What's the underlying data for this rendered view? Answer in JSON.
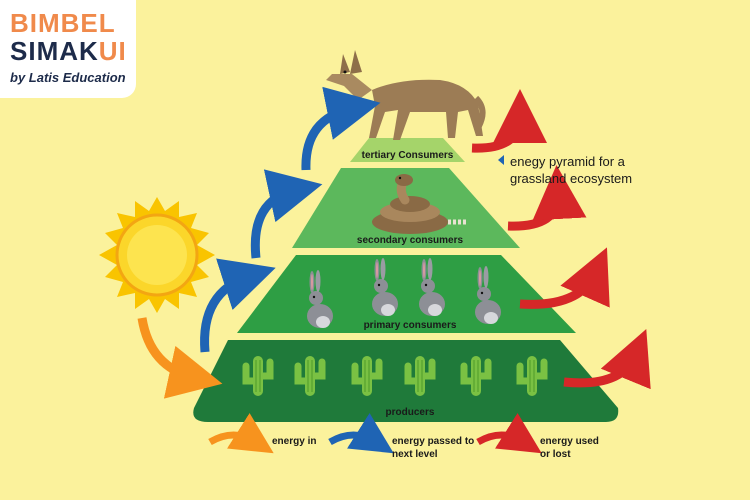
{
  "logo": {
    "line1": "BIMBEL",
    "line2_a": "SIMAK",
    "line2_b": "UI",
    "line3": "by Latis Education"
  },
  "caption": {
    "line1": "enegy pyramid for a",
    "line2": "grassland ecosystem"
  },
  "levels": {
    "tertiary": "tertiary Consumers",
    "secondary": "secondary consumers",
    "primary": "primary consumers",
    "producers": "producers"
  },
  "legend": {
    "in": "energy in",
    "passed_line1": "energy passed to",
    "passed_line2": "next level",
    "lost_line1": "energy used",
    "lost_line2": "or lost"
  },
  "colors": {
    "background": "#fbf29c",
    "tier_top": "#a5d46a",
    "tier_secondary": "#5cb85c",
    "tier_primary": "#2e9e44",
    "tier_producers": "#1f7a3a",
    "arrow_in": "#f7931e",
    "arrow_passed": "#1f64b4",
    "arrow_lost": "#d62728"
  },
  "icons": [
    "sun-icon",
    "wolf-icon",
    "snake-icon",
    "rabbit-icon",
    "cactus-icon"
  ]
}
